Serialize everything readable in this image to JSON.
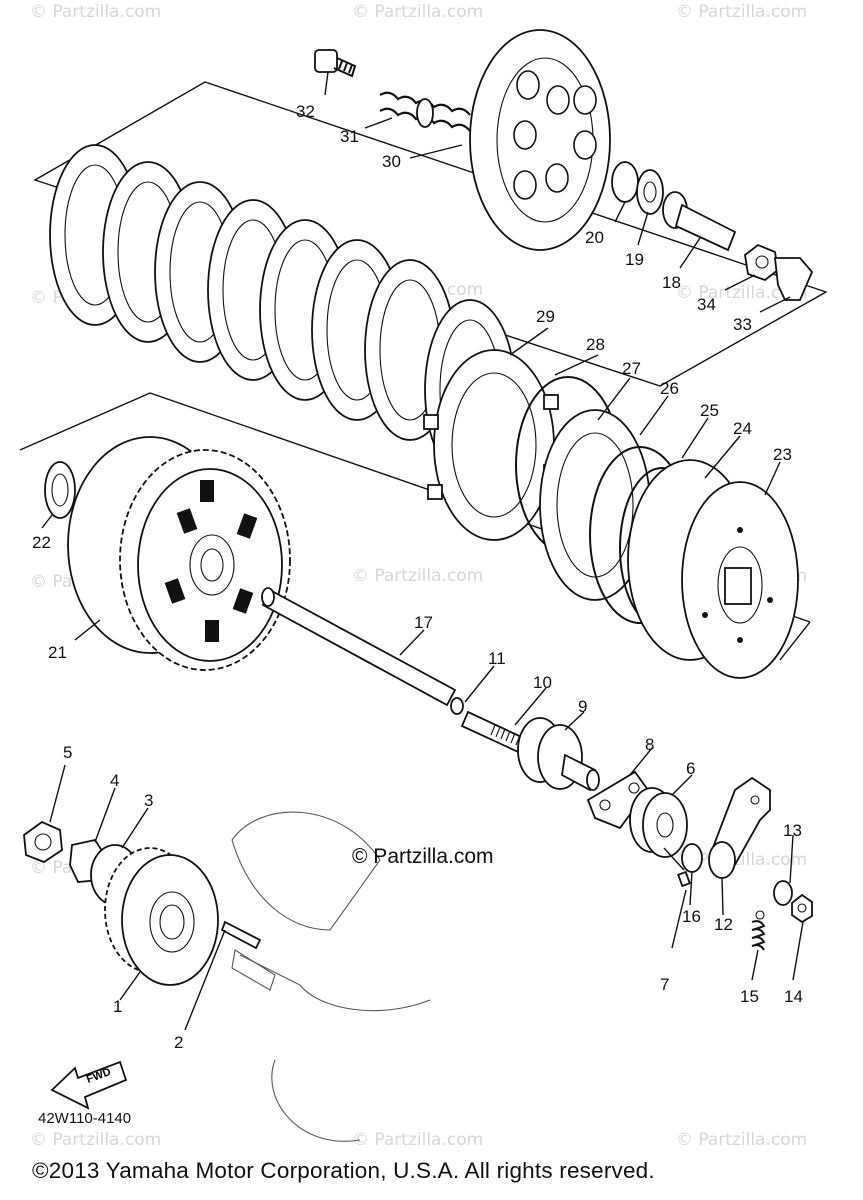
{
  "watermark": "© Partzilla.com",
  "center_watermark": "© Partzilla.com",
  "drawing_code": "42W110-4140",
  "copyright": "©2013 Yamaha Motor Corporation, U.S.A. All rights reserved.",
  "fwd_label": "FWD",
  "callouts": [
    "1",
    "2",
    "3",
    "4",
    "5",
    "6",
    "7",
    "8",
    "9",
    "10",
    "11",
    "12",
    "13",
    "14",
    "15",
    "16",
    "17",
    "18",
    "19",
    "20",
    "21",
    "22",
    "23",
    "24",
    "25",
    "26",
    "27",
    "28",
    "29",
    "30",
    "31",
    "32",
    "33",
    "34"
  ]
}
